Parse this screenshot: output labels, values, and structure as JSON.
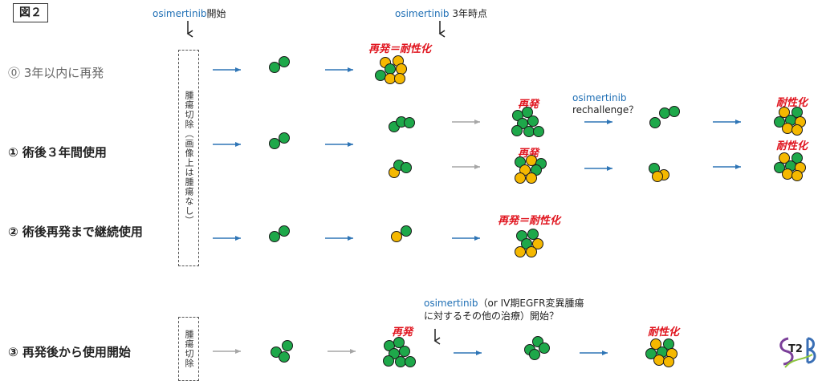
{
  "figure_label": "図２",
  "annotations": {
    "osimertinib_start_drug": "osimertinib",
    "osimertinib_start_suffix": "開始",
    "three_year_drug": "osimertinib",
    "three_year_suffix": " 3年時点",
    "rechallenge_drug": "osimertinib",
    "rechallenge_text": "rechallenge？",
    "row3_drug": "osimertinib",
    "row3_line1": "（or IV期EGFR変異腫瘍",
    "row3_line2": "に対するその他の治療）開始？"
  },
  "rows": {
    "r0": "⓪ 3年以内に再発",
    "r1": "① 術後３年間使用",
    "r2": "② 術後再発まで継続使用",
    "r3": "③ 再発後から使用開始"
  },
  "boxes": {
    "resection_main": "腫瘍切除（画像上は腫瘍なし）",
    "resection_r3": "腫瘍切除"
  },
  "tags": {
    "r0_relapse_resistant": "再発＝耐性化",
    "r1a_relapse": "再発",
    "r1a_resistant": "耐性化",
    "r1b_relapse": "再発",
    "r1b_resistant": "耐性化",
    "r2_relapse_resistant": "再発＝耐性化",
    "r3_relapse": "再発",
    "r3_resistant": "耐性化"
  },
  "logo": "T2",
  "colors": {
    "sensitive_cell": "#1ea84a",
    "resistant_cell": "#f5b800",
    "arrow_blue": "#2e75b6",
    "arrow_gray": "#a6a6a6",
    "relapse_text": "#e0141e",
    "drug_text": "#1f6fb5"
  }
}
